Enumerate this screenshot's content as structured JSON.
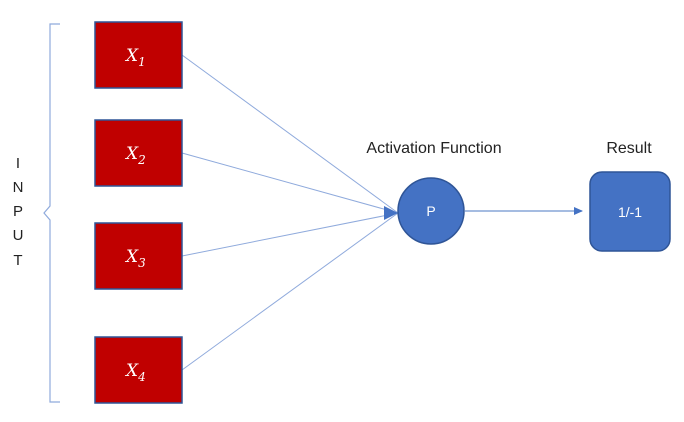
{
  "inputs": [
    {
      "symbol": "X",
      "subscript": "1"
    },
    {
      "symbol": "X",
      "subscript": "2"
    },
    {
      "symbol": "X",
      "subscript": "3"
    },
    {
      "symbol": "X",
      "subscript": "4"
    }
  ],
  "input_side_label": [
    "I",
    "N",
    "P",
    "U",
    "T"
  ],
  "activation": {
    "heading": "Activation Function",
    "node_label": "P"
  },
  "result": {
    "heading": "Result",
    "node_label": "1/-1"
  },
  "colors": {
    "input_fill": "#c00000",
    "node_fill": "#4472c4",
    "edge": "#8faadc"
  }
}
